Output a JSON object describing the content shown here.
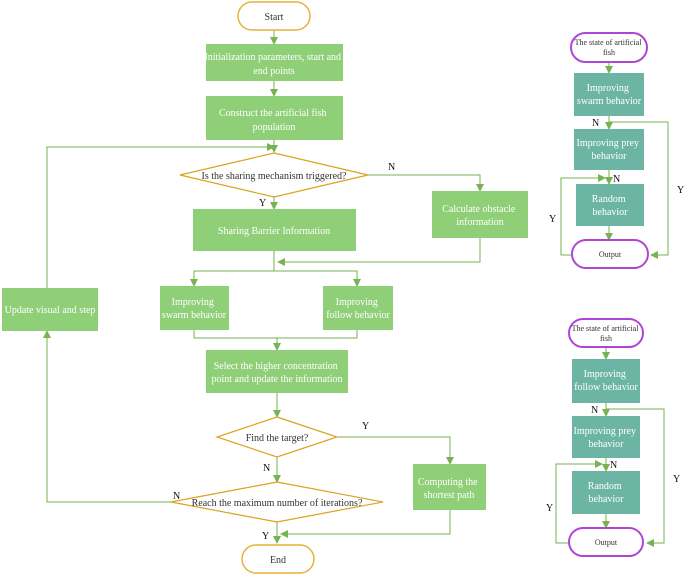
{
  "main_flow": {
    "start": "Start",
    "init": "Initialization parameters, start and end points",
    "construct": "Construct the artificial fish population",
    "sharing_question": "Is the sharing mechanism triggered?",
    "sharing_barrier": "Sharing Barrier Information",
    "calc_obstacle": "Calculate obstacle information",
    "swarm": "Improving swarm behavior",
    "follow": "Improving follow behavior",
    "select": "Select the higher concentration point and update the information",
    "find_target": "Find the target?",
    "max_iter": "Reach the maximum number of iterations?",
    "computing": "Computing the shortest path",
    "update": "Update visual and step",
    "end": "End",
    "yes": "Y",
    "no": "N"
  },
  "sub_flow_top": {
    "state": "The state of artificial fish",
    "behavior1": "Improving swarm behavior",
    "prey": "Improving prey behavior",
    "random": "Random behavior",
    "output": "Output",
    "yes": "Y",
    "no": "N"
  },
  "sub_flow_bottom": {
    "state": "The state of artificial fish",
    "behavior1": "Improving follow behavior",
    "prey": "Improving prey behavior",
    "random": "Random behavior",
    "output": "Output",
    "yes": "Y",
    "no": "N"
  },
  "colors": {
    "process_fill": "#8fcf78",
    "flow_line": "#77b253",
    "decision_stroke": "#d9a41f",
    "terminal_stroke": "#e8b13a",
    "sub_process_fill": "#6cb5a5",
    "sub_terminal_stroke": "#b044d8"
  }
}
